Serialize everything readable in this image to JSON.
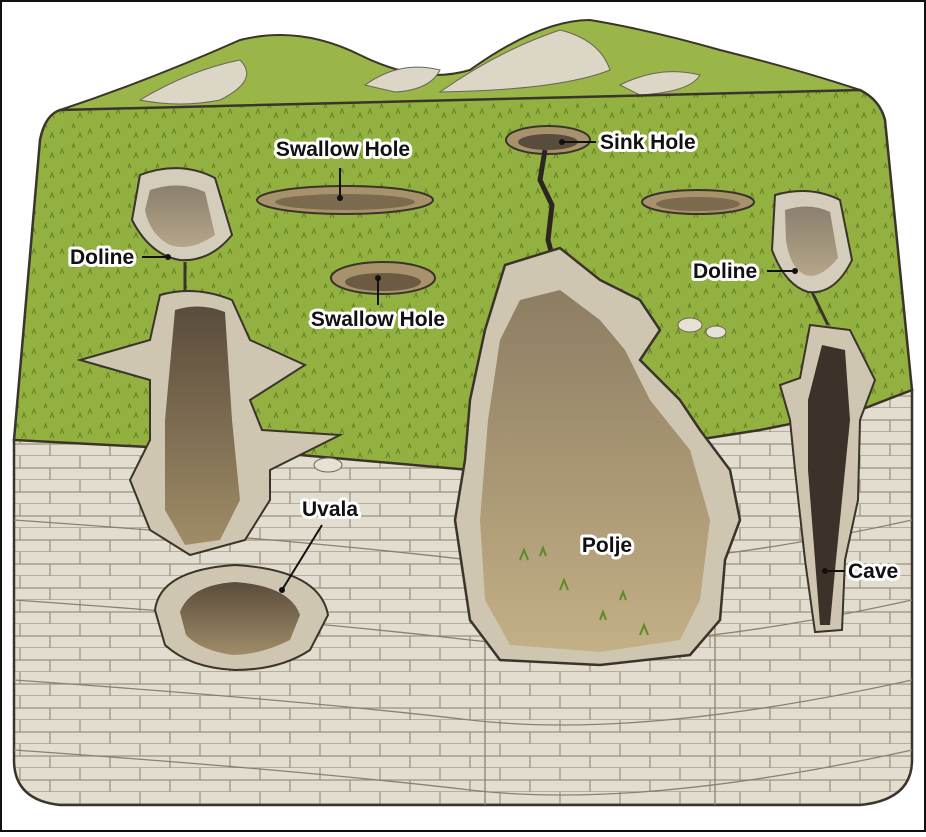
{
  "labels": {
    "swallow_hole_1": "Swallow Hole",
    "swallow_hole_2": "Swallow Hole",
    "sink_hole": "Sink Hole",
    "doline_left": "Doline",
    "doline_right": "Doline",
    "uvala": "Uvala",
    "polje": "Polje",
    "cave": "Cave"
  },
  "colors": {
    "grass": "#8fae3f",
    "grass_dark": "#6f8f2c",
    "rock_light": "#e3ddcf",
    "rock_mid": "#c9bfa8",
    "rock_line": "#8a8170",
    "pit_floor": "#b9a57d",
    "pit_dark": "#4a3f33",
    "hill_rock": "#dcd6c6",
    "border": "#111111"
  }
}
